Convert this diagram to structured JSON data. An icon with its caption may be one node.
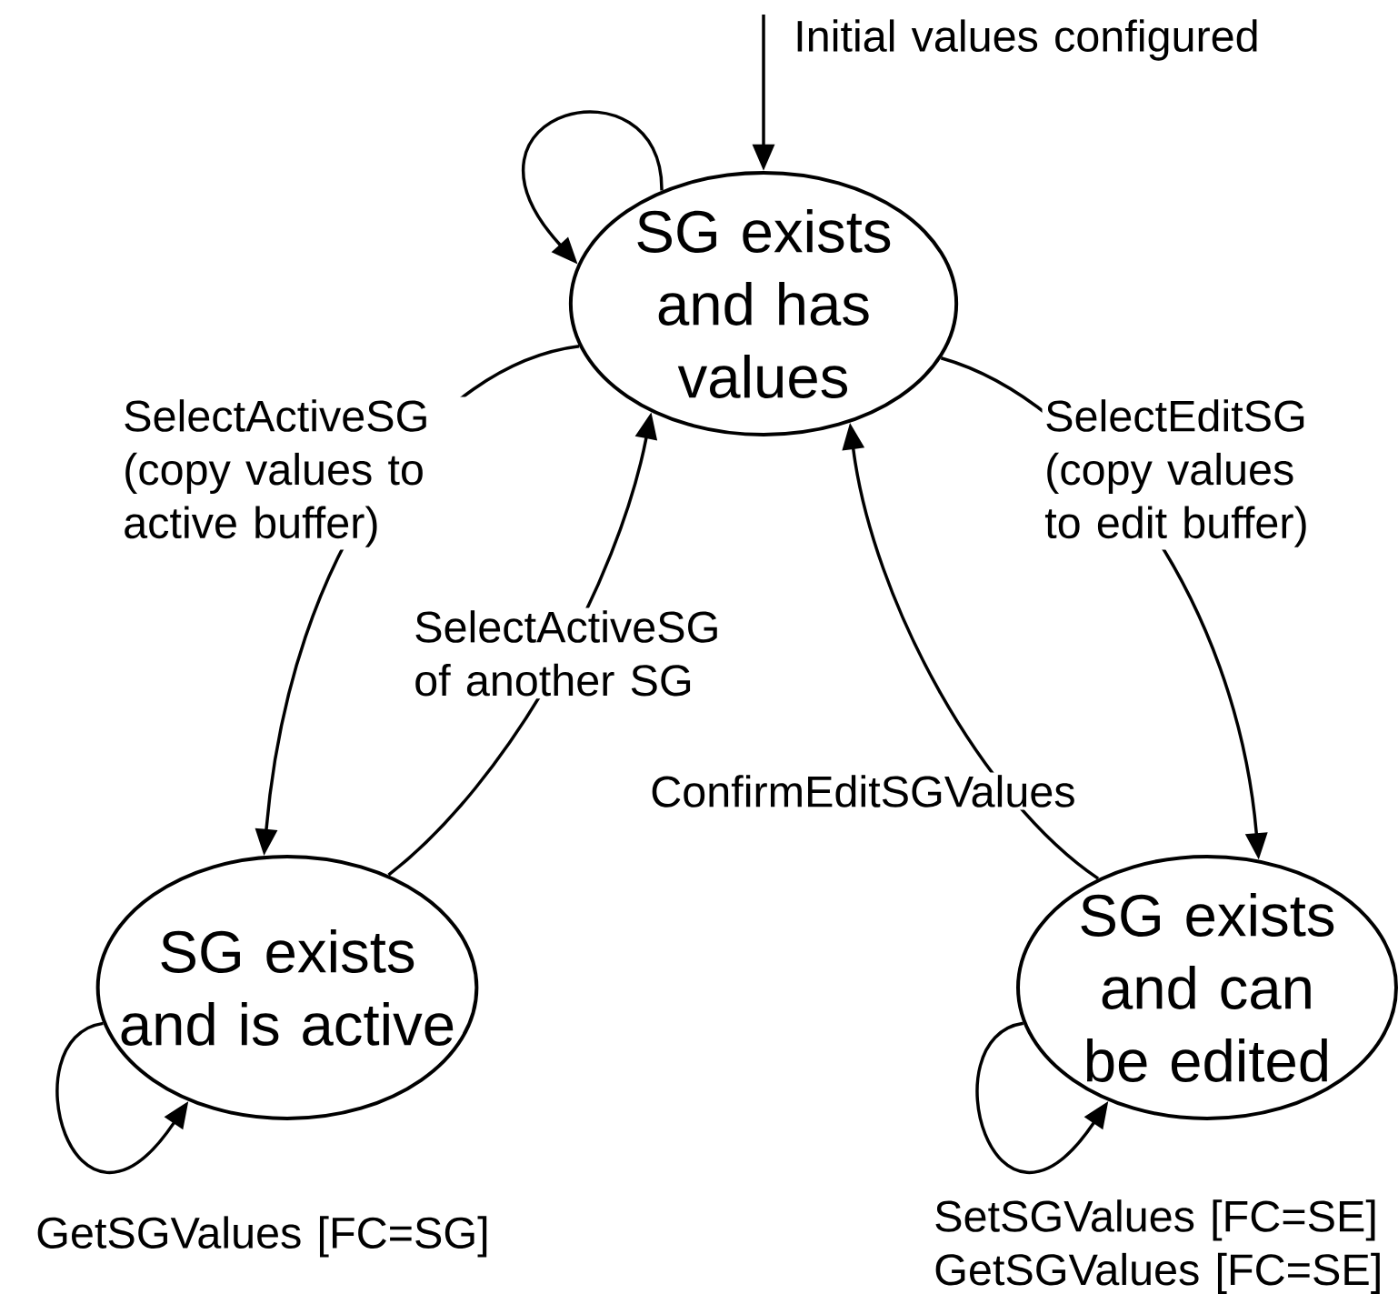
{
  "diagram": {
    "nodes": [
      {
        "text": [
          "SG exists and has values"
        ]
      },
      {
        "text": [
          "SG exists and is active"
        ]
      },
      {
        "text": [
          "SG exists and can be edited"
        ]
      }
    ],
    "edges": [
      {
        "from": null,
        "to": 0,
        "arrow": "to",
        "label": "Initial values configured"
      },
      {
        "from": 0,
        "to": 0,
        "arrow": "to"
      },
      {
        "from": 0,
        "to": 1,
        "arrow": "to",
        "label": "SelectActiveSG (copy values to active buffer)"
      },
      {
        "from": 1,
        "to": 0,
        "arrow": "to",
        "label": "SelectActiveSG of another SG"
      },
      {
        "from": 0,
        "to": 2,
        "arrow": "to",
        "label": "SelectEditSG (copy values to edit buffer)"
      },
      {
        "from": 2,
        "to": 0,
        "arrow": "to",
        "label": "ConfirmEditSGValues"
      },
      {
        "from": 1,
        "to": 1,
        "arrow": "to",
        "label": "GetSGValues [FC=SG]"
      },
      {
        "from": 2,
        "to": 2,
        "arrow": "to",
        "label": "SetSGValues [FC=SE] GetSGValues [FC=SE]"
      }
    ]
  }
}
